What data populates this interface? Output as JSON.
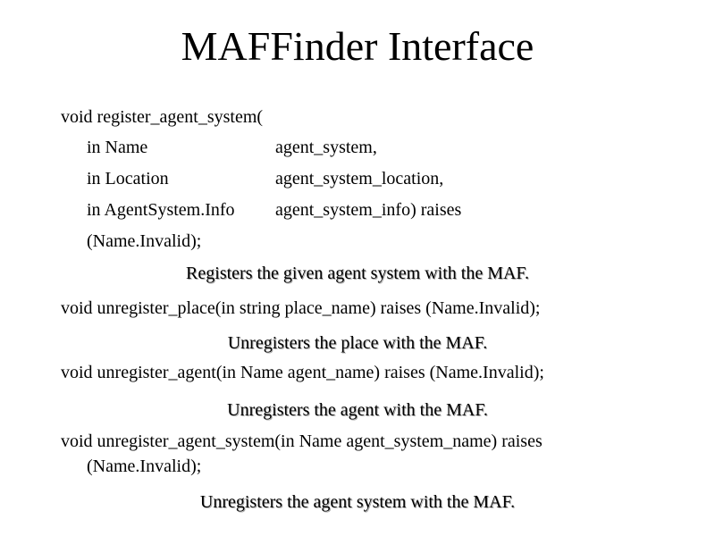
{
  "slide": {
    "title": "MAFFinder Interface",
    "register_agent_system": {
      "signature": "void register_agent_system(",
      "params": [
        {
          "type": "in Name",
          "name": "agent_system,"
        },
        {
          "type": "in Location",
          "name": "agent_system_location,"
        },
        {
          "type": "in AgentSystem.Info",
          "name": "agent_system_info) raises"
        }
      ],
      "raises": "(Name.Invalid);",
      "description": "Registers the given agent system with the MAF."
    },
    "unregister_place": {
      "signature": "void unregister_place(in string place_name) raises (Name.Invalid);",
      "description": "Unregisters the place with the MAF."
    },
    "unregister_agent": {
      "signature": "void unregister_agent(in Name agent_name) raises (Name.Invalid);",
      "description": "Unregisters the agent with the MAF."
    },
    "unregister_agent_system": {
      "signature": "void unregister_agent_system(in Name agent_system_name) raises",
      "raises": "(Name.Invalid);",
      "description": "Unregisters the agent system with the MAF."
    }
  }
}
